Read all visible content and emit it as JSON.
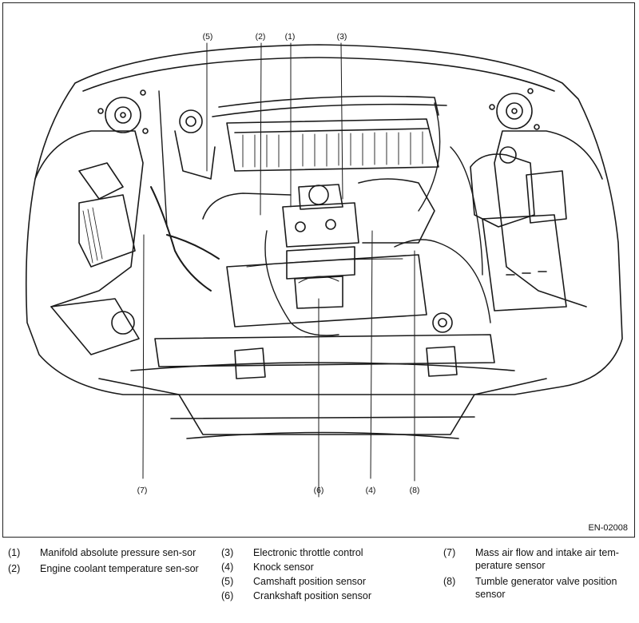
{
  "figure_id": "EN-02008",
  "callouts": [
    "(5)",
    "(2)",
    "(1)",
    "(3)",
    "(7)",
    "(6)",
    "(4)",
    "(8)"
  ],
  "legend": [
    {
      "num": "(1)",
      "text": "Manifold absolute pressure sen-sor"
    },
    {
      "num": "(2)",
      "text": "Engine coolant temperature sen-sor"
    },
    {
      "num": "(3)",
      "text": "Electronic throttle control"
    },
    {
      "num": "(4)",
      "text": "Knock sensor"
    },
    {
      "num": "(5)",
      "text": "Camshaft position sensor"
    },
    {
      "num": "(6)",
      "text": "Crankshaft position sensor"
    },
    {
      "num": "(7)",
      "text": "Mass air flow and intake air tem-perature sensor"
    },
    {
      "num": "(8)",
      "text": "Tumble generator valve position sensor"
    }
  ]
}
